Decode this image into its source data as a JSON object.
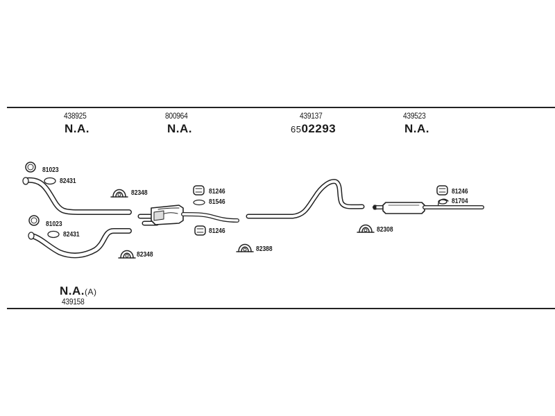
{
  "groups": [
    {
      "part_number": "438925",
      "label": "N.A."
    },
    {
      "part_number": "800964",
      "label": "N.A."
    },
    {
      "part_number": "439137",
      "label_prefix": "65",
      "label_main": "02293"
    },
    {
      "part_number": "439523",
      "label": "N.A."
    }
  ],
  "bottom": {
    "label": "N.A.",
    "suffix": "(A)",
    "part_number": "439158"
  },
  "refs": {
    "r81023_a": "81023",
    "r82431_a": "82431",
    "r82348_a": "82348",
    "r81023_b": "81023",
    "r82431_b": "82431",
    "r82348_b": "82348",
    "r81246_a": "81246",
    "r81546": "81546",
    "r81246_b": "81246",
    "r82388": "82388",
    "r82308": "82308",
    "r81246_c": "81246",
    "r81704": "81704"
  }
}
